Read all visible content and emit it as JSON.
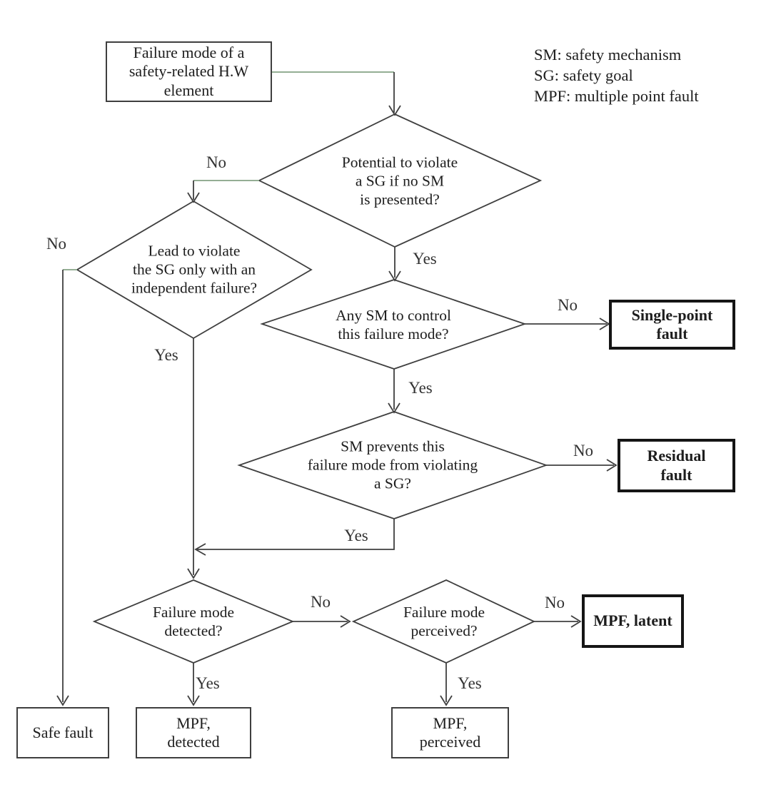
{
  "legend": {
    "lines": [
      "SM: safety mechanism",
      "SG: safety goal",
      "MPF: multiple point fault"
    ]
  },
  "nodes": {
    "start": "Failure mode of a\nsafety-related H.W\nelement",
    "potential": "Potential to violate\na SG if no SM\nis presented?",
    "lead": "Lead to violate\nthe SG only with an\nindependent failure?",
    "any_sm": "Any SM to control\nthis failure mode?",
    "prevents": "SM prevents this\nfailure mode from violating\na SG?",
    "detected": "Failure mode\ndetected?",
    "perceived": "Failure mode\nperceived?",
    "single_point": "Single-point\nfault",
    "residual": "Residual\nfault",
    "mpf_latent": "MPF, latent",
    "safe_fault": "Safe fault",
    "mpf_detected": "MPF,\ndetected",
    "mpf_perceived": "MPF,\nperceived"
  },
  "answers": {
    "yes": "Yes",
    "no": "No"
  },
  "colors": {
    "line": "#3f3f3f",
    "accent_green": "#84a284",
    "text": "#1d1d1d",
    "bold_border": "#151515",
    "background": "#ffffff"
  }
}
